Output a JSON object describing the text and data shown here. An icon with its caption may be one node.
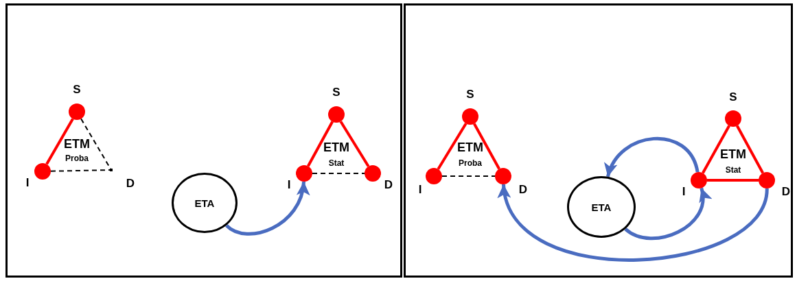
{
  "diagram": {
    "nodes": [
      {
        "text": [],
        "shape": "box"
      },
      {
        "text": [],
        "shape": "circle",
        "beside": [
          "S"
        ],
        "in": 0
      },
      {
        "text": [],
        "shape": "circle",
        "beside": [
          "I"
        ],
        "in": 0
      },
      {
        "text": [],
        "shape": "point",
        "beside": [
          "D"
        ],
        "in": 0
      },
      {
        "text": [
          "ETA"
        ],
        "in": 0
      },
      {
        "text": [],
        "shape": "circle",
        "beside": [
          "S"
        ],
        "in": 0
      },
      {
        "text": [],
        "shape": "circle",
        "beside": [
          "I"
        ],
        "in": 0
      },
      {
        "text": [],
        "shape": "circle",
        "beside": [
          "D"
        ],
        "in": 0
      },
      {
        "text": [],
        "shape": "box"
      },
      {
        "text": [],
        "shape": "circle",
        "beside": [
          "S"
        ],
        "in": 8
      },
      {
        "text": [],
        "shape": "circle",
        "beside": [
          "I"
        ],
        "in": 8
      },
      {
        "text": [],
        "shape": "circle",
        "beside": [
          "D"
        ],
        "in": 8
      },
      {
        "text": [
          "ETA"
        ],
        "in": 8
      },
      {
        "text": [],
        "shape": "circle",
        "beside": [
          "S"
        ],
        "in": 8
      },
      {
        "text": [],
        "shape": "circle",
        "beside": [
          "I"
        ],
        "in": 8
      },
      {
        "text": [],
        "shape": "circle",
        "beside": [
          "D"
        ],
        "in": 8
      }
    ],
    "edges": [
      {
        "from": 1,
        "to": 2,
        "arrow": "none"
      },
      {
        "from": 1,
        "to": 3,
        "arrow": "none",
        "style": "dashed",
        "color": "#000000"
      },
      {
        "from": 2,
        "to": 3,
        "arrow": "none",
        "style": "dashed",
        "color": "#000000"
      },
      {
        "from": 5,
        "to": 6,
        "arrow": "none"
      },
      {
        "from": 5,
        "to": 7,
        "arrow": "none"
      },
      {
        "from": 6,
        "to": 7,
        "arrow": "none",
        "style": "dashed",
        "color": "#000000"
      },
      {
        "from": 4,
        "to": 6,
        "arrow": "to",
        "color": "#4a6cc0"
      },
      {
        "from": 9,
        "to": 10,
        "arrow": "none"
      },
      {
        "from": 9,
        "to": 11,
        "arrow": "none"
      },
      {
        "from": 10,
        "to": 11,
        "arrow": "none",
        "style": "dashed",
        "color": "#000000"
      },
      {
        "from": 13,
        "to": 14,
        "arrow": "none"
      },
      {
        "from": 13,
        "to": 15,
        "arrow": "none"
      },
      {
        "from": 14,
        "to": 15,
        "arrow": "none"
      },
      {
        "from": 14,
        "to": 12,
        "arrow": "to",
        "color": "#4a6cc0"
      },
      {
        "from": 12,
        "to": 14,
        "arrow": "to",
        "color": "#4a6cc0"
      },
      {
        "from": 15,
        "to": 11,
        "arrow": "to",
        "color": "#4a6cc0"
      }
    ],
    "labels": [
      "ETM",
      "Proba",
      "ETM",
      "Stat",
      "ETM",
      "Proba",
      "ETM",
      "Stat"
    ]
  }
}
